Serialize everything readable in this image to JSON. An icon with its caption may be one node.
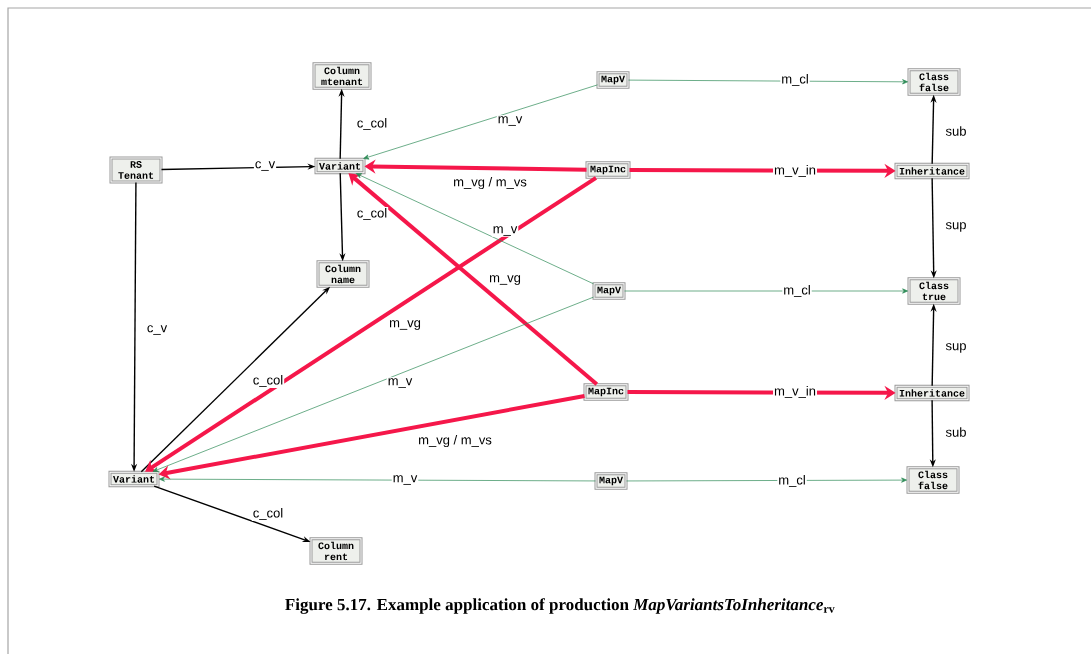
{
  "diagram": {
    "caption": "Figure 5.17.  Example application of production *MapVariantsToInheritance*$_{rv}$",
    "nodes": [
      {
        "text": [
          "Column mtenant"
        ]
      },
      {
        "text": [
          "MapV"
        ]
      },
      {
        "text": [
          "Class false"
        ]
      },
      {
        "text": [
          "RS Tenant"
        ]
      },
      {
        "text": [
          "Variant"
        ]
      },
      {
        "text": [
          "MapInc"
        ]
      },
      {
        "text": [
          "Inheritance"
        ]
      },
      {
        "text": [
          "Column name"
        ]
      },
      {
        "text": [
          "MapV"
        ]
      },
      {
        "text": [
          "Class true"
        ]
      },
      {
        "text": [
          "MapInc"
        ]
      },
      {
        "text": [
          "Inheritance"
        ]
      },
      {
        "text": [
          "Variant"
        ]
      },
      {
        "text": [
          "MapV"
        ]
      },
      {
        "text": [
          "Class false"
        ]
      },
      {
        "text": [
          "Column rent"
        ]
      }
    ],
    "edges": [
      {
        "from": 4,
        "to": 0,
        "arrow": "to",
        "label": "c_col"
      },
      {
        "from": 3,
        "to": 4,
        "arrow": "to",
        "label": "c_v"
      },
      {
        "from": 4,
        "to": 7,
        "arrow": "to",
        "label": "c_col"
      },
      {
        "from": 3,
        "to": 12,
        "arrow": "to",
        "label": "c_v"
      },
      {
        "from": 12,
        "to": 7,
        "arrow": "to",
        "label": "c_col"
      },
      {
        "from": 12,
        "to": 15,
        "arrow": "to",
        "label": "c_col"
      },
      {
        "from": 1,
        "to": 4,
        "arrow": "to",
        "label": "m_v",
        "color": "#2e8b57"
      },
      {
        "from": 1,
        "to": 2,
        "arrow": "to",
        "label": "m_cl",
        "color": "#2e8b57"
      },
      {
        "from": 5,
        "to": 4,
        "arrow": "to",
        "label": "m_vg / m_vs",
        "style": "thick",
        "color": "#f5174a"
      },
      {
        "from": 5,
        "to": 6,
        "arrow": "to",
        "label": "m_v_in",
        "style": "thick",
        "color": "#f5174a"
      },
      {
        "from": 5,
        "to": 12,
        "arrow": "to",
        "label": "m_vg",
        "style": "thick",
        "color": "#f5174a"
      },
      {
        "from": 10,
        "to": 4,
        "arrow": "to",
        "label": "m_vg",
        "style": "thick",
        "color": "#f5174a"
      },
      {
        "from": 6,
        "to": 2,
        "arrow": "to",
        "label": "sub"
      },
      {
        "from": 6,
        "to": 9,
        "arrow": "to",
        "label": "sup"
      },
      {
        "from": 8,
        "to": 4,
        "arrow": "to",
        "label": "m_v",
        "color": "#2e8b57"
      },
      {
        "from": 8,
        "to": 9,
        "arrow": "to",
        "label": "m_cl",
        "color": "#2e8b57"
      },
      {
        "from": 8,
        "to": 12,
        "arrow": "to",
        "label": "m_v",
        "color": "#2e8b57"
      },
      {
        "from": 10,
        "to": 12,
        "arrow": "to",
        "label": "m_vg / m_vs",
        "style": "thick",
        "color": "#f5174a"
      },
      {
        "from": 10,
        "to": 11,
        "arrow": "to",
        "label": "m_v_in",
        "style": "thick",
        "color": "#f5174a"
      },
      {
        "from": 11,
        "to": 9,
        "arrow": "to",
        "label": "sup"
      },
      {
        "from": 11,
        "to": 14,
        "arrow": "to",
        "label": "sub"
      },
      {
        "from": 13,
        "to": 12,
        "arrow": "to",
        "label": "m_v",
        "color": "#2e8b57"
      },
      {
        "from": 13,
        "to": 14,
        "arrow": "to",
        "label": "m_cl",
        "color": "#2e8b57"
      }
    ]
  }
}
